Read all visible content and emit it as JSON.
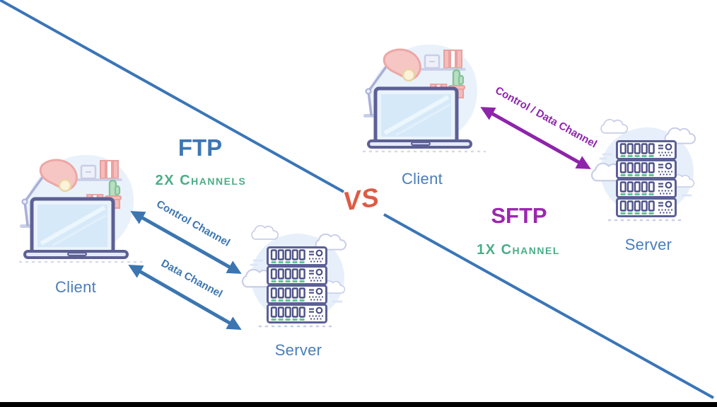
{
  "diagram": {
    "vs_label": "VS",
    "ftp": {
      "title": "FTP",
      "subtitle": "2X Channels",
      "client_label": "Client",
      "server_label": "Server",
      "arrows": [
        {
          "label": "Control Channel"
        },
        {
          "label": "Data Channel"
        }
      ]
    },
    "sftp": {
      "title": "SFTP",
      "subtitle": "1X Channel",
      "client_label": "Client",
      "server_label": "Server",
      "arrows": [
        {
          "label": "Control / Data Channel"
        }
      ]
    },
    "colors": {
      "divider_line": "#3a75b7",
      "vs_text": "#de5b45",
      "ftp_title": "#3d76b3",
      "sftp_title": "#9c27b0",
      "channel_count_green": "#4bad89",
      "node_label_blue": "#4a7dba",
      "ftp_arrow_blue": "#3b76b0",
      "sftp_arrow_purple": "#8e24aa",
      "bottom_bar": "#000000"
    }
  }
}
